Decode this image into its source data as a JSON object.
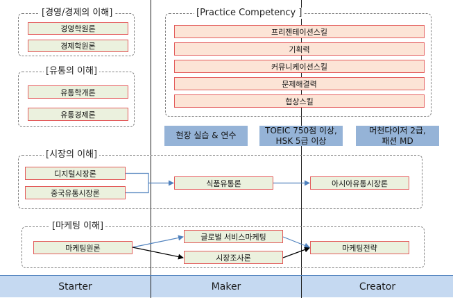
{
  "groups": {
    "management": {
      "title": "[경영/경제의 이해]",
      "courses": [
        "경영학원론",
        "경제학원론"
      ]
    },
    "distribution": {
      "title": "[유통의 이해]",
      "courses": [
        "유통학개론",
        "유통경제론"
      ]
    },
    "market": {
      "title": "[시장의 이해]",
      "starter": [
        "디지털시장론",
        "중국유통시장론"
      ],
      "maker": "식품유통론",
      "creator": "아시아유통시장론"
    },
    "marketing": {
      "title": "[마케팅 이해]",
      "starter": "마케팅원론",
      "maker": [
        "글로벌 서비스마케팅",
        "시장조사론"
      ],
      "creator": "마케팅전략"
    }
  },
  "practice": {
    "title": "[Practice Competency ]",
    "items": [
      "프리젠테이션스킬",
      "기획력",
      "커뮤니케이션스킬",
      "문제해결력",
      "협상스킬"
    ]
  },
  "activities": {
    "internship": "현장 실습 & 연수",
    "language_line1": "TOEIC 750점 이상,",
    "language_line2": "HSK 5급 이상",
    "cert_line1": "머천다이저 2급,",
    "cert_line2": "패션 MD"
  },
  "stages": [
    "Starter",
    "Maker",
    "Creator"
  ],
  "colors": {
    "course_fill": "#ebf1de",
    "course_border": "#e35a5a",
    "competency_fill": "#fce4d6",
    "activity_fill": "#95b3d7",
    "footer_fill": "#c5d9f1",
    "arrow_blue": "#4f81bd",
    "arrow_black": "#000000"
  }
}
